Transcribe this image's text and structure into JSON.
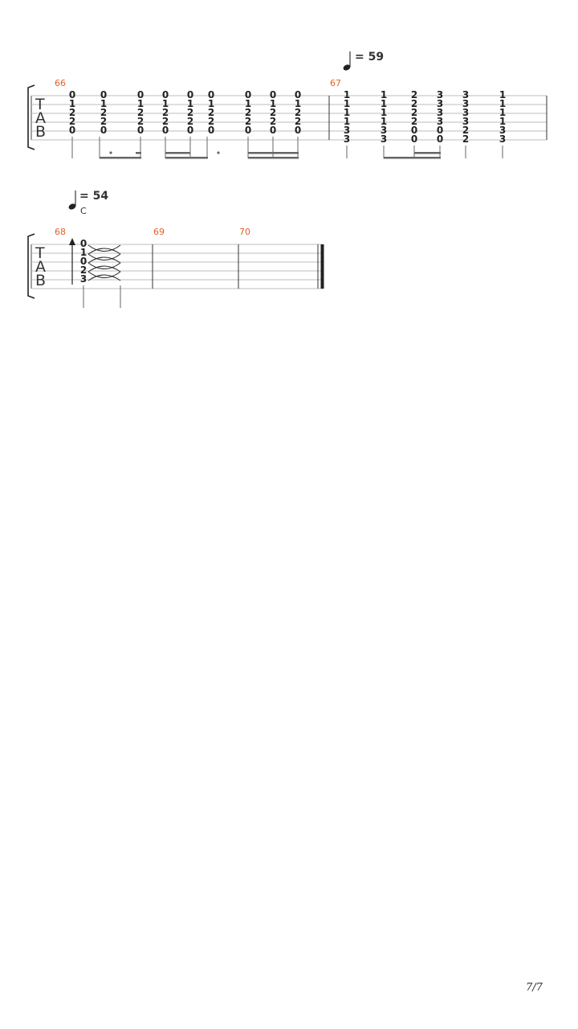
{
  "tab_label": [
    "T",
    "A",
    "B"
  ],
  "page_number": "7/7",
  "systems": [
    {
      "tempo": "= 59",
      "chord": "",
      "measures": [
        {
          "number": "66",
          "chords": [
            [
              "0",
              "1",
              "2",
              "2",
              "0",
              ""
            ],
            [
              "0",
              "1",
              "2",
              "2",
              "0",
              ""
            ],
            [
              "0",
              "1",
              "2",
              "2",
              "0",
              ""
            ],
            [
              "0",
              "1",
              "2",
              "2",
              "0",
              ""
            ],
            [
              "0",
              "1",
              "2",
              "2",
              "0",
              ""
            ],
            [
              "0",
              "1",
              "2",
              "2",
              "0",
              ""
            ],
            [
              "0",
              "1",
              "2",
              "2",
              "0",
              ""
            ],
            [
              "0",
              "1",
              "2",
              "2",
              "0",
              ""
            ],
            [
              "0",
              "1",
              "2",
              "2",
              "0",
              ""
            ]
          ]
        },
        {
          "number": "67",
          "chords": [
            [
              "1",
              "1",
              "2",
              "3",
              "3",
              "1"
            ],
            [
              "1",
              "1",
              "2",
              "3",
              "3",
              "1"
            ],
            [
              "1",
              "1",
              "2",
              "3",
              "3",
              "1"
            ],
            [
              "1",
              "1",
              "2",
              "3",
              "3",
              "1"
            ],
            [
              "3",
              "3",
              "0",
              "0",
              "2",
              "3"
            ],
            [
              "3",
              "3",
              "0",
              "0",
              "2",
              "3"
            ]
          ]
        }
      ]
    },
    {
      "tempo": "= 54",
      "chord": "C",
      "measures": [
        {
          "number": "68",
          "chords": [
            [
              "0",
              "1",
              "0",
              "2",
              "3",
              ""
            ]
          ]
        },
        {
          "number": "69",
          "chords": []
        },
        {
          "number": "70",
          "chords": []
        }
      ]
    }
  ]
}
